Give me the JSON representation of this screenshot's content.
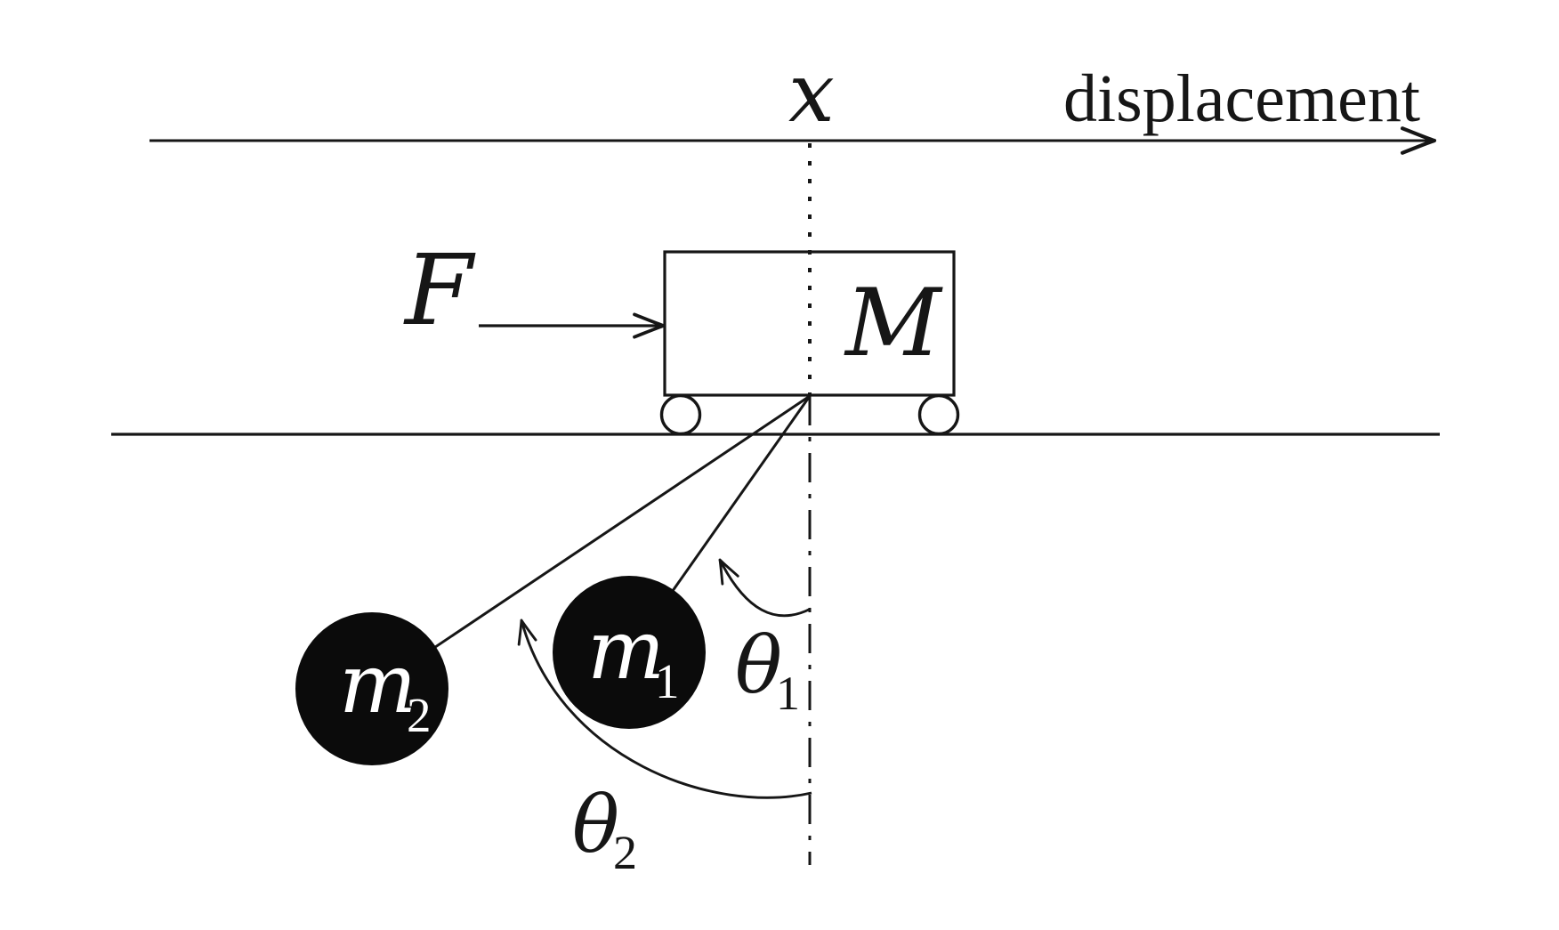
{
  "figure": {
    "kind": "cart-double-pendulum-diagram",
    "colors": {
      "ink": "#161616",
      "background": "#ffffff",
      "bob_fill": "#0b0b0b",
      "bob_text": "#ffffff"
    },
    "labels": {
      "displacement_axis": "displacement",
      "position": "x",
      "force": "F",
      "cart_mass": "M",
      "bob1": {
        "base": "m",
        "sub": "1"
      },
      "bob2": {
        "base": "m",
        "sub": "2"
      },
      "angle1": {
        "base": "θ",
        "sub": "1"
      },
      "angle2": {
        "base": "θ",
        "sub": "2"
      }
    }
  }
}
